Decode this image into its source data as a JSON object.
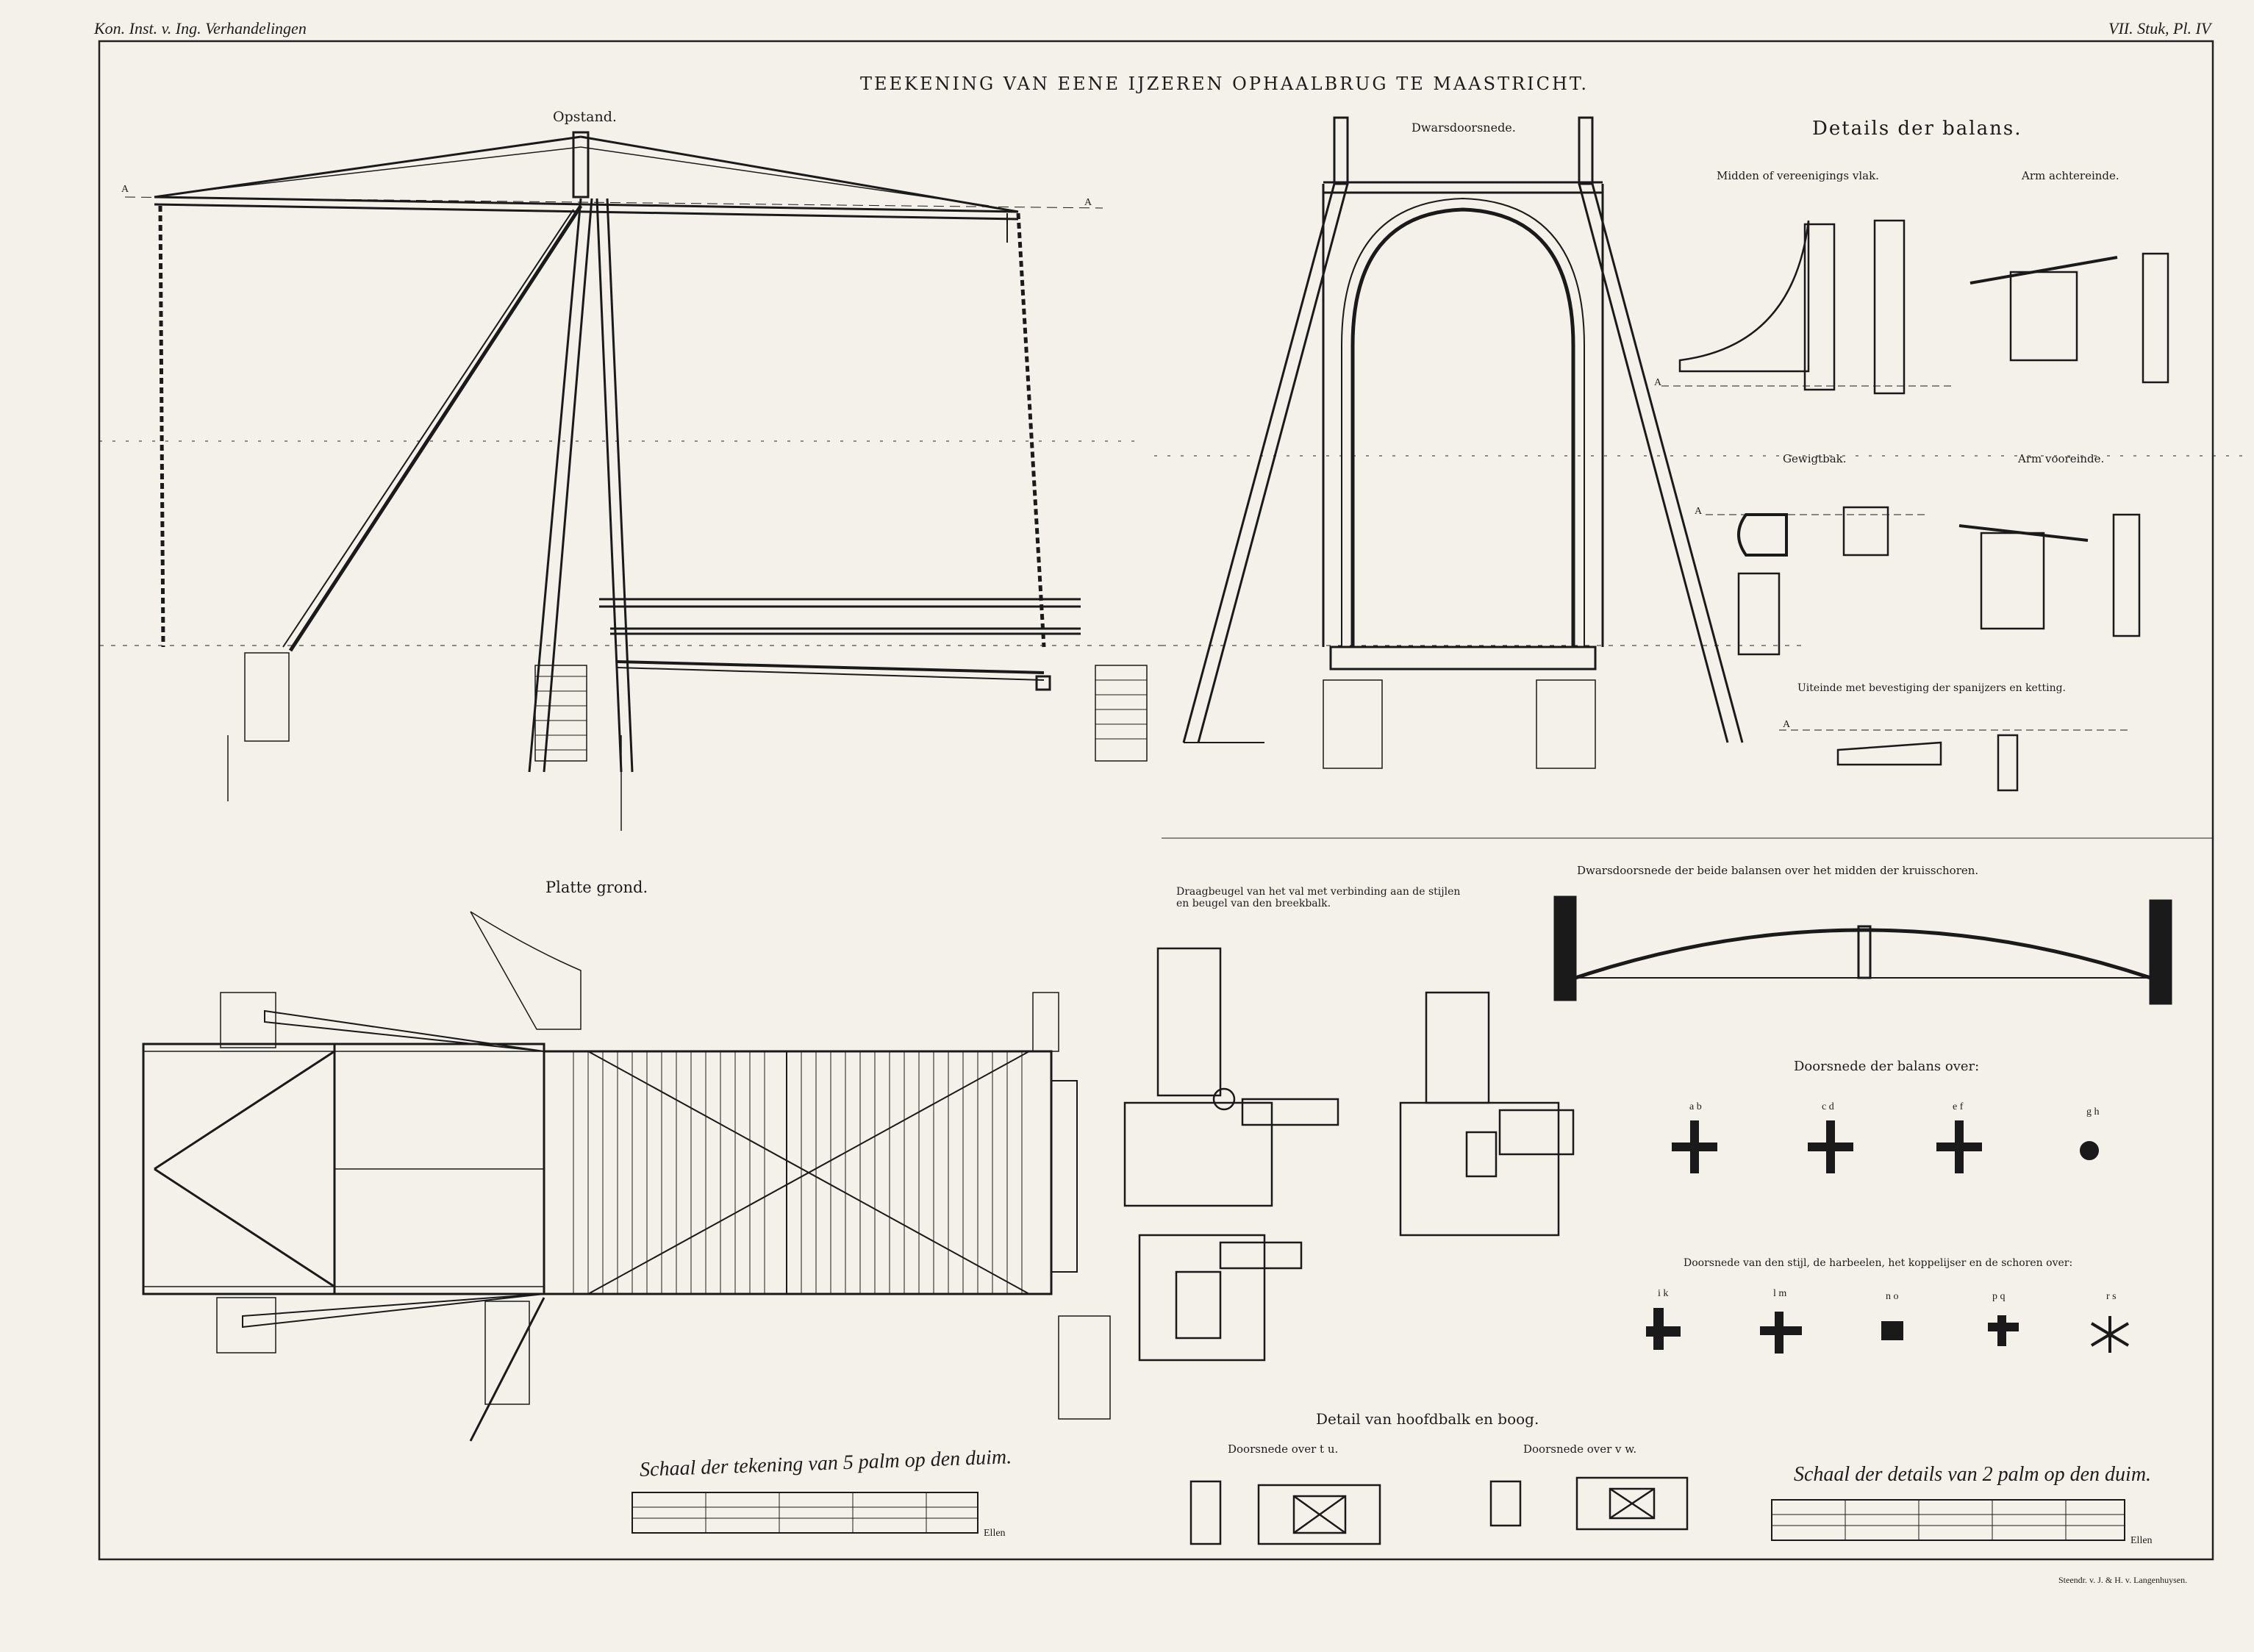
{
  "header": {
    "left_note": "Kon. Inst. v. Ing. Verhandelingen",
    "right_note": "VII. Stuk, Pl. IV"
  },
  "title": "TEEKENING VAN EENE IJZEREN OPHAALBRUG TE MAASTRICHT.",
  "sections": {
    "opstand": "Opstand.",
    "dwarsdoorsnede": "Dwarsdoorsnede.",
    "details_balans": "Details der balans.",
    "midden": "Midden of vereenigings vlak.",
    "arm_achtereinde": "Arm achtereinde.",
    "gewigtbak": "Gewigtbak.",
    "arm_vooreinde": "Arm vooreinde.",
    "uiteinde": "Uiteinde met bevestiging der spanijzers en ketting.",
    "platte_grond": "Platte grond.",
    "draagbeugel": "Draagbeugel van het val met verbinding aan de stijlen en beugel van den breekbalk.",
    "dwarsdoorsnede_balansen": "Dwarsdoorsnede der beide balansen over het midden der kruisschoren.",
    "doorsnede_balans_over": "Doorsnede der balans over:",
    "doorsnede_stijl": "Doorsnede van den stijl, de harbeelen, het koppelijser en de schoren over:",
    "detail_hoofdbalk": "Detail van hoofdbalk en boog.",
    "doorsnede_tu": "Doorsnede over t u.",
    "doorsnede_vw": "Doorsnede over v w."
  },
  "section_markers": {
    "balans": [
      "a b",
      "c d",
      "e f",
      "g h"
    ],
    "stijl": [
      "i k",
      "l m",
      "n o",
      "p q",
      "r s"
    ]
  },
  "scales": {
    "tekening": "Schaal der tekening van 5 palm op den duim.",
    "tekening_unit": "Ellen",
    "details": "Schaal der details van 2 palm op den duim.",
    "details_unit": "Ellen"
  },
  "axis_letters": {
    "a": "A"
  },
  "credit": "Steendr. v. J. & H. v. Langenhuysen."
}
